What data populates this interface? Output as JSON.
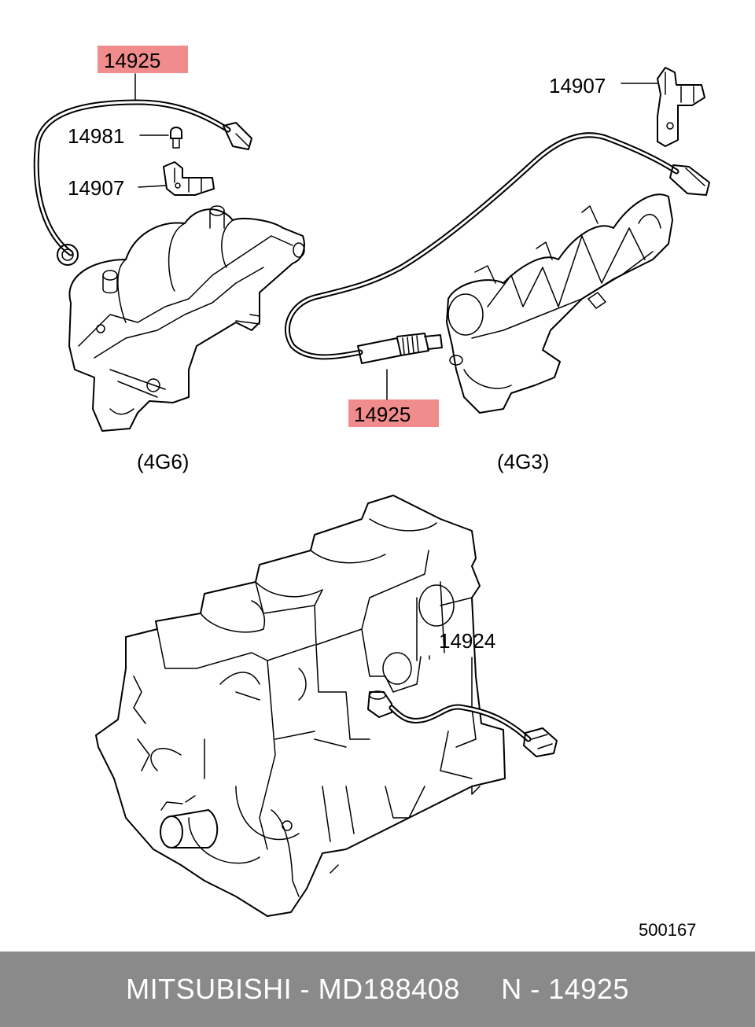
{
  "callouts": {
    "o2_sensor_4g6": "14925",
    "plug_4g6": "14981",
    "bracket_4g6": "14907",
    "bracket_4g3": "14907",
    "o2_sensor_4g3": "14925",
    "knock_sensor": "14924"
  },
  "captions": {
    "left_manifold": "(4G6)",
    "right_manifold": "(4G3)"
  },
  "figure_number": "500167",
  "footer": {
    "brand": "MITSUBISHI",
    "separator1": " - ",
    "part_number": "MD188408",
    "gap": "     ",
    "ref_prefix": "N",
    "separator2": " - ",
    "ref_number": "14925"
  },
  "colors": {
    "highlight": "#f08c8c",
    "footer_bg": "#8a8a8a",
    "footer_text": "#ffffff"
  }
}
